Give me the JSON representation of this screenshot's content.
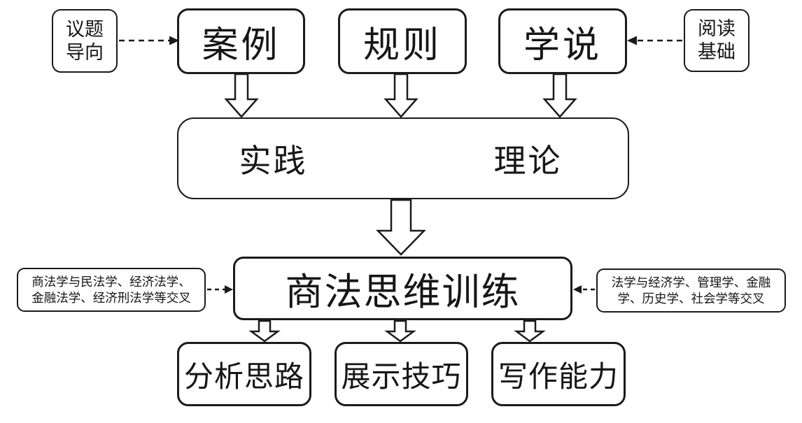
{
  "palette": {
    "stroke": "#1b1b1b",
    "background": "#ffffff"
  },
  "nodes": {
    "topic_oriented": "议题\n导向",
    "case": "案例",
    "rules": "规则",
    "doctrine": "学说",
    "reading_basis": "阅读\n基础",
    "practice": "实践",
    "theory": "理论",
    "main_training": "商法思维训练",
    "left_note": "商法学与民法学、经济法学、\n金融法学、经济刑法学等交叉",
    "right_note": "法学与经济学、管理学、金融\n学、历史学、社会学等交叉",
    "analysis": "分析思路",
    "presentation": "展示技巧",
    "writing": "写作能力"
  }
}
